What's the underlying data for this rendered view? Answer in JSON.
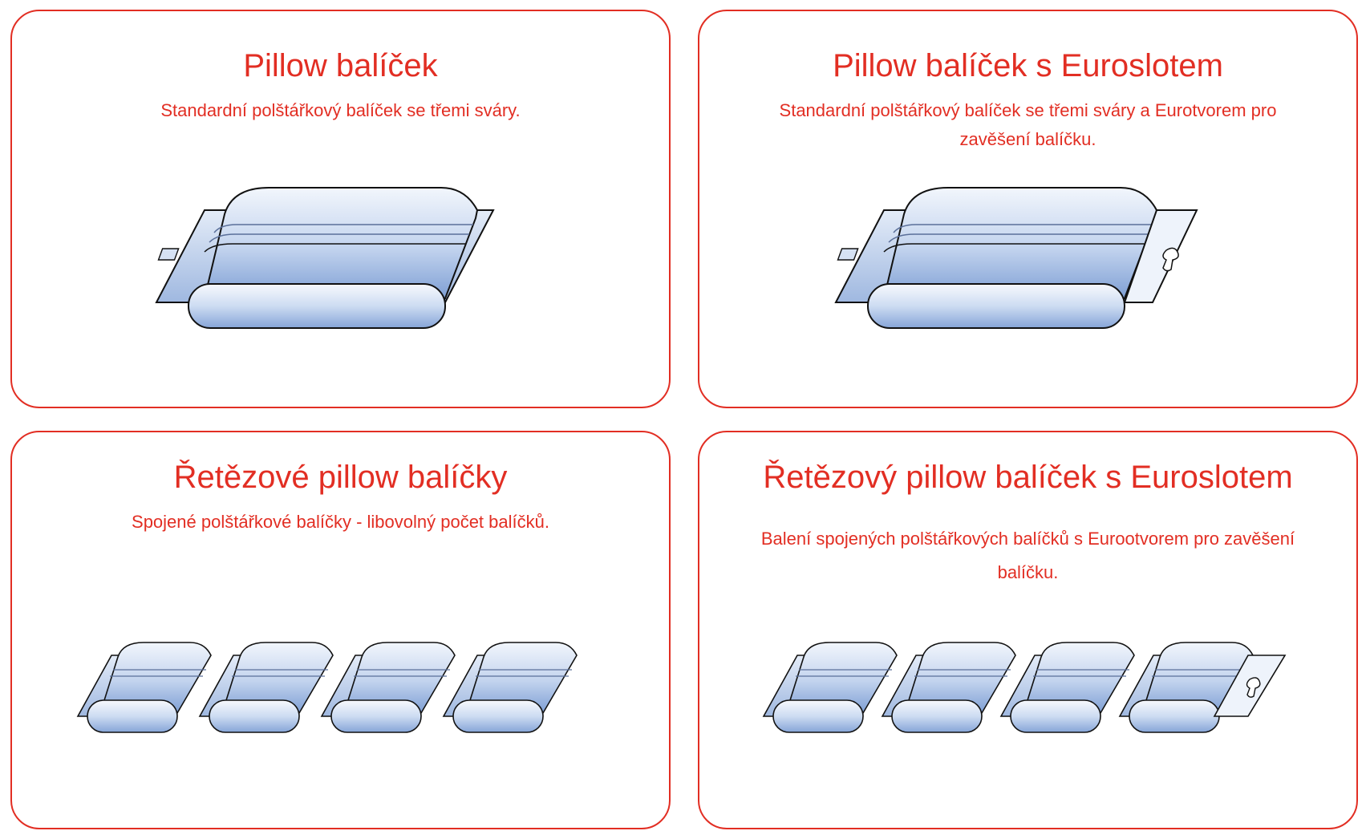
{
  "cards": [
    {
      "title": "Pillow balíček",
      "description": "Standardní polštářkový balíček se třemi sváry."
    },
    {
      "title": "Pillow balíček s Euroslotem",
      "description": "Standardní polštářkový balíček se třemi sváry a Eurotvorem pro zavěšení balíčku."
    },
    {
      "title": "Řetězové pillow balíčky",
      "description": "Spojené polštářkové balíčky - libovolný počet balíčků."
    },
    {
      "title": "Řetězový pillow balíček s Euroslotem",
      "description": "Balení spojených polštářkových balíčků s Eurootvorem pro zavěšení balíčku."
    }
  ],
  "colors": {
    "accent": "#e22e23",
    "package_light": "#eef3fb",
    "package_dark": "#7e9fd4",
    "outline": "#111111"
  }
}
